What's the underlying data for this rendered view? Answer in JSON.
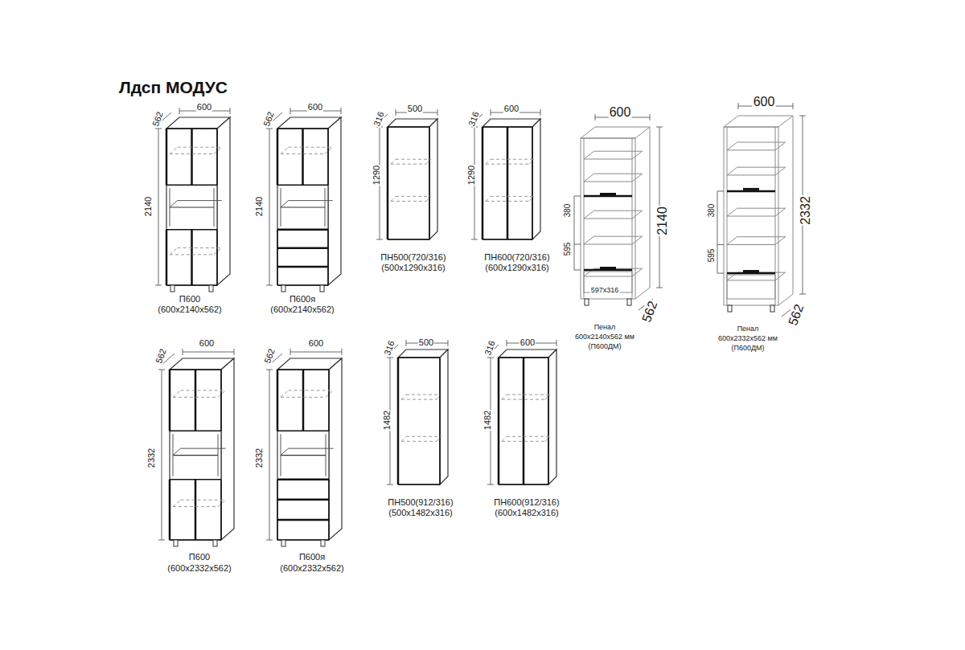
{
  "diagram": {
    "title": "Лдсп МОДУС",
    "labels": [
      "562",
      "600",
      "2140",
      "П600",
      "(600x2140x562)",
      "562",
      "600",
      "2140",
      "П600я",
      "(600x2140x562)",
      "316",
      "500",
      "1290",
      "ПН500(720/316)",
      "(500x1290x316)",
      "316",
      "600",
      "1290",
      "ПН600(720/316)",
      "(600x1290x316)",
      "600",
      "380",
      "595",
      "2140",
      "597x316",
      "562",
      "Пенал",
      "600x2140x562 мм",
      "(П600ДМ)",
      "600",
      "380",
      "595",
      "2332",
      "562",
      "Пенал",
      "600x2332x562 мм",
      "(П600ДМ)",
      "562",
      "600",
      "2332",
      "П600",
      "(600x2332x562)",
      "562",
      "600",
      "2332",
      "П600я",
      "(600x2332x562)",
      "316",
      "500",
      "1482",
      "ПН500(912/316)",
      "(500x1482x316)",
      "316",
      "600",
      "1482",
      "ПН600(912/316)",
      "(600x1482x316)"
    ]
  }
}
